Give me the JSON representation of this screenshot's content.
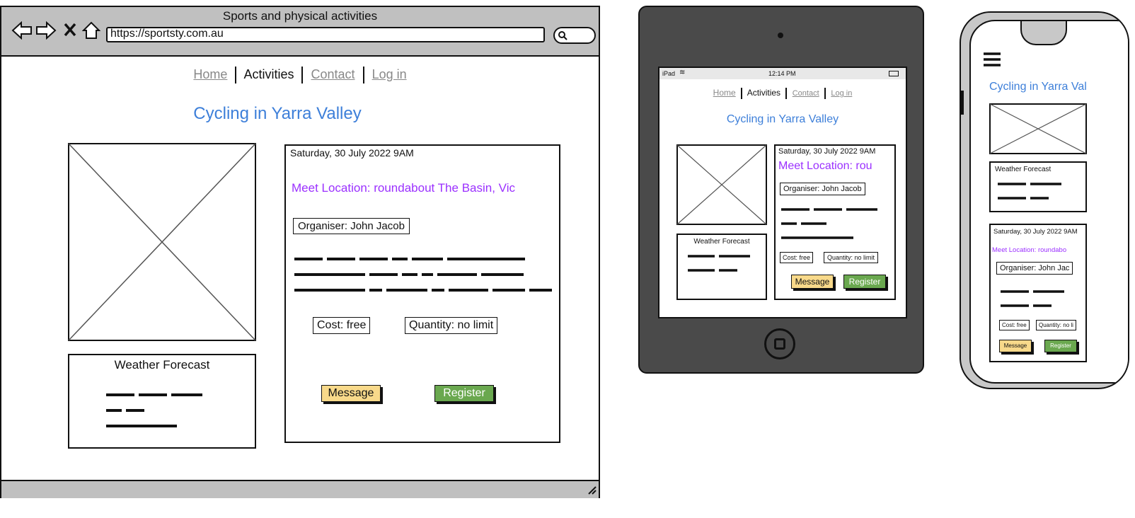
{
  "colors": {
    "link_blue": "#3d7fd9",
    "purple": "#9b30ff",
    "message_bg": "#f8d98a",
    "register_bg": "#6aa84f",
    "chrome": "#c0c0c0",
    "tablet": "#4a4a4a"
  },
  "browser": {
    "title": "Sports and physical activities",
    "url": "https://sportsty.com.au",
    "icons": [
      "back-icon",
      "forward-icon",
      "close-icon",
      "home-icon",
      "search-icon",
      "resize-grip-icon"
    ]
  },
  "nav": {
    "home": "Home",
    "activities": "Activities",
    "contact": "Contact",
    "login": "Log in"
  },
  "page": {
    "title": "Cycling in Yarra Valley",
    "date": "Saturday, 30 July 2022 9AM",
    "location": "Meet Location: roundabout The Basin, Vic",
    "organiser": "Organiser: John Jacob",
    "cost": "Cost: free",
    "quantity": "Quantity: no limit",
    "weather_title": "Weather Forecast",
    "message": "Message",
    "register": "Register"
  },
  "tablet": {
    "status_device": "iPad",
    "status_time": "12:14 PM",
    "location_truncated": "Meet Location: rou"
  },
  "phone": {
    "title_truncated": "Cycling in Yarra Val",
    "location_truncated": "Meet Location: roundabo",
    "organiser_truncated": "Organiser: John Jac",
    "quantity_truncated": "Quantity: no li"
  }
}
